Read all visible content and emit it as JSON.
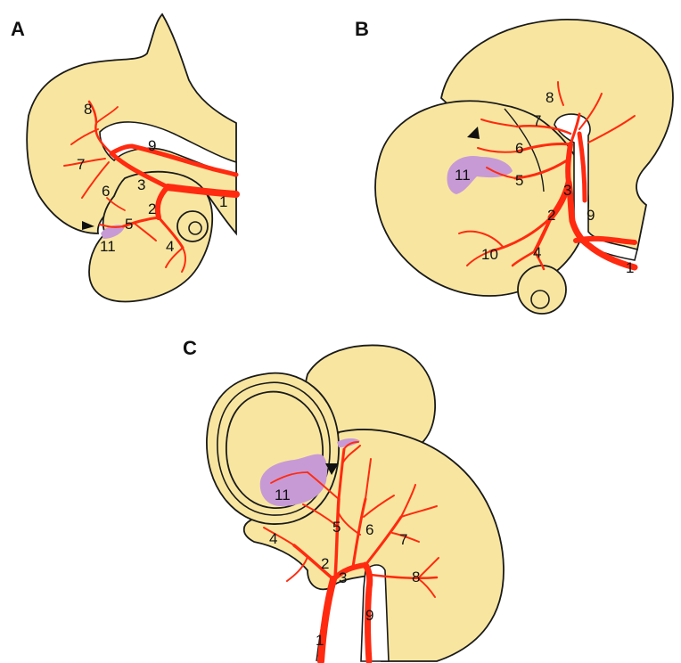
{
  "colors": {
    "tissue_fill": "#f8e6a0",
    "outline": "#1a1a1a",
    "artery": "#ff2a10",
    "lesion": "#c79ad6",
    "background": "#ffffff"
  },
  "panels": [
    {
      "id": "A",
      "label": "A",
      "numbers": [
        "8",
        "9",
        "7",
        "3",
        "6",
        "2",
        "5",
        "11",
        "4",
        "1"
      ]
    },
    {
      "id": "B",
      "label": "B",
      "numbers": [
        "8",
        "7",
        "6",
        "11",
        "5",
        "3",
        "2",
        "9",
        "10",
        "4",
        "1"
      ]
    },
    {
      "id": "C",
      "label": "C",
      "numbers": [
        "11",
        "4",
        "5",
        "6",
        "7",
        "2",
        "3",
        "8",
        "9",
        "1"
      ]
    }
  ],
  "marker_icon": "arrowhead-icon"
}
